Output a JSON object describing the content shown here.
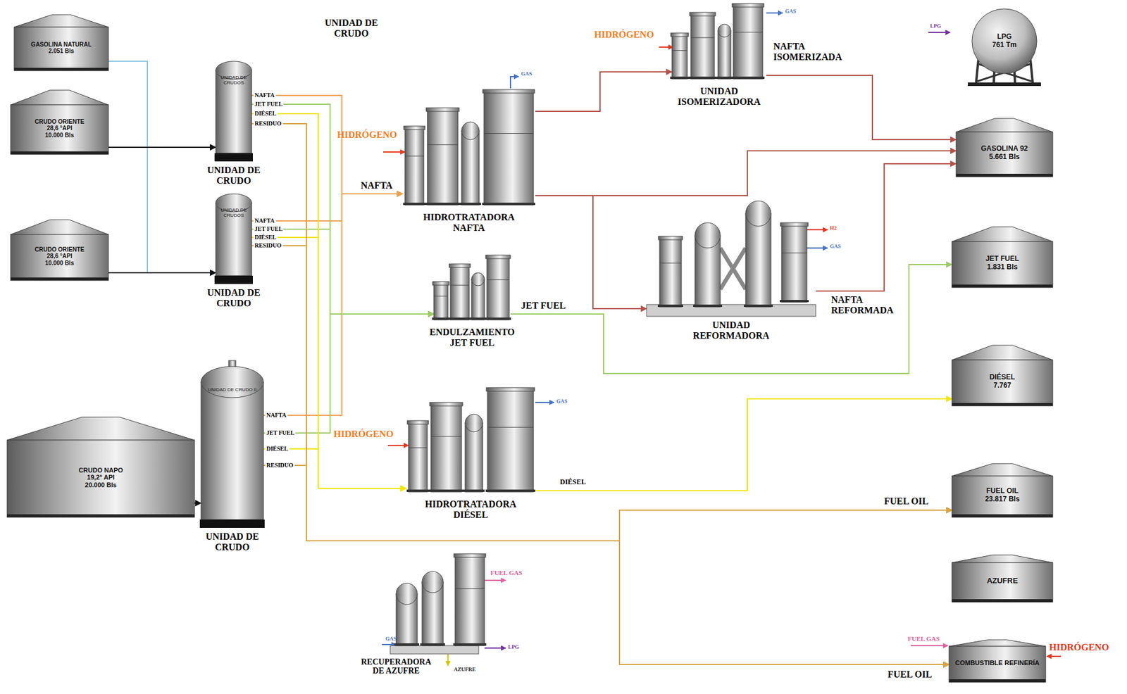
{
  "diagram": {
    "nodes": [
      {
        "text": [
          "GASOLINA NATURAL",
          "2.051 Bls"
        ]
      },
      {
        "text": [
          "CRUDO ORIENTE",
          "28,6 °API",
          "10.000 Bls"
        ]
      },
      {
        "text": [
          "CRUDO ORIENTE",
          "28,6 °API",
          "10.000 Bls"
        ]
      },
      {
        "text": [
          "CRUDO NAPO",
          "19,2° API",
          "20.000 Bls"
        ]
      },
      {
        "text": [
          "UNIDAD DE CRUDOS",
          "UNIDAD DE CRUDO"
        ]
      },
      {
        "text": [
          "UNIDAD DE CRUDOS",
          "UNIDAD DE CRUDO"
        ]
      },
      {
        "text": [
          "UNIDAD DE CRUDO II",
          "UNIDAD DE CRUDO"
        ]
      },
      {
        "text": [
          "HIDROTRATADORA NAFTA"
        ]
      },
      {
        "text": [
          "UNIDAD ISOMERIZADORA"
        ]
      },
      {
        "text": [
          "ENDULZAMIENTO JET FUEL"
        ]
      },
      {
        "text": [
          "UNIDAD REFORMADORA"
        ]
      },
      {
        "text": [
          "HIDROTRATADORA DIÉSEL"
        ]
      },
      {
        "text": [
          "RECUPERADORA DE AZUFRE"
        ]
      },
      {
        "text": [
          "LPG",
          "761 Tm"
        ]
      },
      {
        "text": [
          "GASOLINA 92",
          "5.661 Bls"
        ]
      },
      {
        "text": [
          "JET FUEL",
          "1.831 Bls"
        ]
      },
      {
        "text": [
          "DIÉSEL",
          "7.767"
        ]
      },
      {
        "text": [
          "FUEL OIL",
          "23.817 Bls"
        ]
      },
      {
        "text": [
          "AZUFRE"
        ]
      },
      {
        "text": [
          "COMBUSTIBLE REFINERÍA"
        ]
      }
    ],
    "edges": [
      {
        "from": 0,
        "to": 4,
        "arrow": "to"
      },
      {
        "from": 0,
        "to": 5,
        "arrow": "to"
      },
      {
        "from": 1,
        "to": 4,
        "arrow": "to"
      },
      {
        "from": 2,
        "to": 5,
        "arrow": "to"
      },
      {
        "from": 3,
        "to": 6,
        "arrow": "to"
      },
      {
        "from": 4,
        "to": 7,
        "arrow": "to"
      },
      {
        "from": 5,
        "to": 7,
        "arrow": "to"
      },
      {
        "from": 6,
        "to": 7,
        "arrow": "to"
      },
      {
        "from": 4,
        "to": 9,
        "arrow": "to"
      },
      {
        "from": 5,
        "to": 9,
        "arrow": "to"
      },
      {
        "from": 6,
        "to": 9,
        "arrow": "to"
      },
      {
        "from": 4,
        "to": 11,
        "arrow": "to"
      },
      {
        "from": 5,
        "to": 11,
        "arrow": "to"
      },
      {
        "from": 6,
        "to": 11,
        "arrow": "to"
      },
      {
        "from": 4,
        "to": 17,
        "arrow": "to"
      },
      {
        "from": 5,
        "to": 17,
        "arrow": "to"
      },
      {
        "from": 6,
        "to": 17,
        "arrow": "to"
      },
      {
        "from": 4,
        "to": 19,
        "arrow": "to"
      },
      {
        "from": 5,
        "to": 19,
        "arrow": "to"
      },
      {
        "from": 6,
        "to": 19,
        "arrow": "to"
      },
      {
        "from": 7,
        "to": 8,
        "arrow": "to"
      },
      {
        "from": 7,
        "to": 10,
        "arrow": "to"
      },
      {
        "from": 7,
        "to": 14,
        "arrow": "to"
      },
      {
        "from": 8,
        "to": 14,
        "arrow": "to"
      },
      {
        "from": 10,
        "to": 14,
        "arrow": "to"
      },
      {
        "from": 9,
        "to": 15,
        "arrow": "to"
      },
      {
        "from": 11,
        "to": 16,
        "arrow": "to"
      }
    ],
    "labels": [
      "UNIDAD DE CRUDO",
      "NAFTA",
      "JET FUEL",
      "DIÉSEL",
      "RESIDUO",
      "NAFTA",
      "JET FUEL",
      "DIÉSEL",
      "RESIDUO",
      "NAFTA",
      "JET FUEL",
      "DIÉSEL",
      "RESIDUO",
      "NAFTA",
      "HIDRÓGENO",
      "GAS",
      "HIDRÓGENO",
      "GAS",
      "NAFTA ISOMERIZADA",
      "H2",
      "GAS",
      "NAFTA REFORMADA",
      "JET FUEL",
      "HIDRÓGENO",
      "GAS",
      "DIÉSEL",
      "FUEL OIL",
      "LPG",
      "FUEL GAS",
      "GAS",
      "LPG",
      "AZUFRE",
      "FUEL GAS",
      "HIDRÓGENO",
      "FUEL OIL"
    ]
  }
}
